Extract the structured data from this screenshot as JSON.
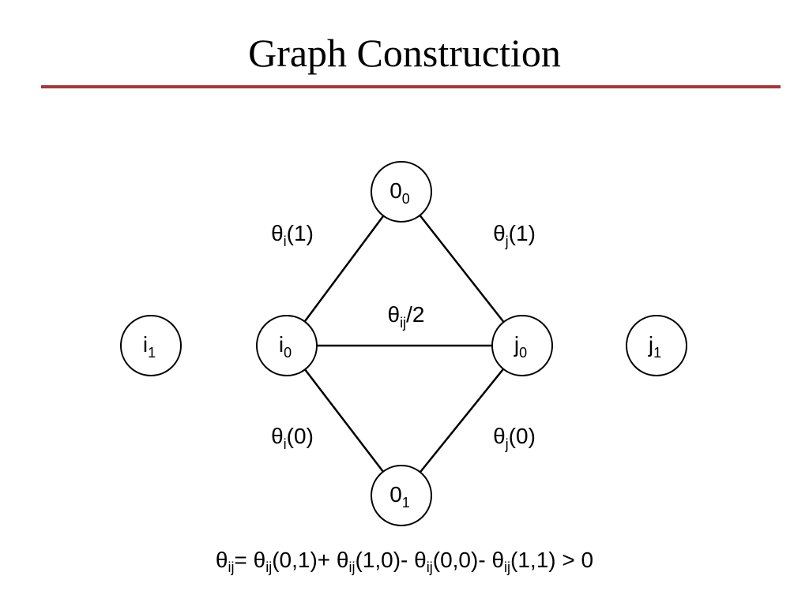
{
  "slide": {
    "title": "Graph Construction",
    "rule_color": "#A0393B"
  },
  "graph": {
    "nodes": [
      {
        "id": "0_0",
        "base": "0",
        "sub": "0"
      },
      {
        "id": "0_1",
        "base": "0",
        "sub": "1"
      },
      {
        "id": "i_0",
        "base": "i",
        "sub": "0"
      },
      {
        "id": "i_1",
        "base": "i",
        "sub": "1"
      },
      {
        "id": "j_0",
        "base": "j",
        "sub": "0"
      },
      {
        "id": "j_1",
        "base": "j",
        "sub": "1"
      }
    ],
    "edges": [
      {
        "from": "i_0",
        "to": "0_0",
        "label": {
          "base": "θ",
          "sub": "i",
          "rest": "(1)"
        }
      },
      {
        "from": "0_0",
        "to": "j_0",
        "label": {
          "base": "θ",
          "sub": "j",
          "rest": "(1)"
        }
      },
      {
        "from": "i_0",
        "to": "j_0",
        "label": {
          "base": "θ",
          "sub": "ij",
          "rest": "/2"
        }
      },
      {
        "from": "i_0",
        "to": "0_1",
        "label": {
          "base": "θ",
          "sub": "i",
          "rest": "(0)"
        }
      },
      {
        "from": "0_1",
        "to": "j_0",
        "label": {
          "base": "θ",
          "sub": "j",
          "rest": "(0)"
        }
      }
    ]
  },
  "equation": {
    "parts": [
      {
        "base": "θ",
        "sub": "ij",
        "rest": "= "
      },
      {
        "base": "θ",
        "sub": "ij",
        "rest": "(0,1)+ "
      },
      {
        "base": "θ",
        "sub": "ij",
        "rest": "(1,0)- "
      },
      {
        "base": "θ",
        "sub": "ij",
        "rest": "(0,0)- "
      },
      {
        "base": "θ",
        "sub": "ij",
        "rest": "(1,1) > 0"
      }
    ]
  }
}
